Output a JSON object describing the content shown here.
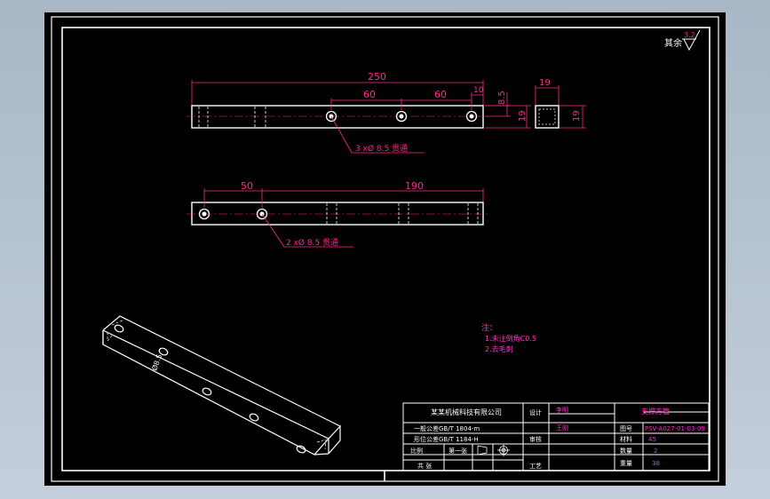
{
  "colors": {
    "background": "#aebdca",
    "paper": "#000000",
    "line": "#ffffff",
    "dimension": "#ff2a8a",
    "note": "#ff33cc",
    "center_line": "#ff3344"
  },
  "drawing": {
    "roughness": {
      "value": "3.2",
      "label": "其余"
    },
    "dim_overall": "250",
    "dim_pitch_1": "60",
    "dim_pitch_2": "60",
    "dim_edge": "10",
    "dim_offset": "8.5",
    "dim_height": "19",
    "dim_section_width": "19",
    "dim_section_height": "19",
    "callout_top": "3 xØ 8.5 贯通",
    "dim_lower_left": "50",
    "dim_lower_span": "190",
    "callout_bottom": "2 xØ 8.5 贯通",
    "iso_label": "Ø8.5",
    "notes": {
      "heading": "注：",
      "line1": "1.未注倒角C0.5",
      "line2": "2.去毛刺"
    }
  },
  "title_block": {
    "company": "某某机械科技有限公司",
    "standard_1": "一般公差GB/T 1804-m",
    "standard_2": "形位公差GB/T 1184-H",
    "scale_label": "比例",
    "sheet": "第一张",
    "check": "共   张",
    "role_design": "设计",
    "role_check": "审核",
    "role_process": "工艺",
    "part_name": "支撑方管",
    "code_label": "图号",
    "drawing_no": "PSV-A027-01-03-09",
    "material_label": "材料",
    "material": "45",
    "qty_label": "数量",
    "qty": "2",
    "weight_label": "重量",
    "weight": "38",
    "designer_value": "李明",
    "reviewer_value": "王刚"
  }
}
